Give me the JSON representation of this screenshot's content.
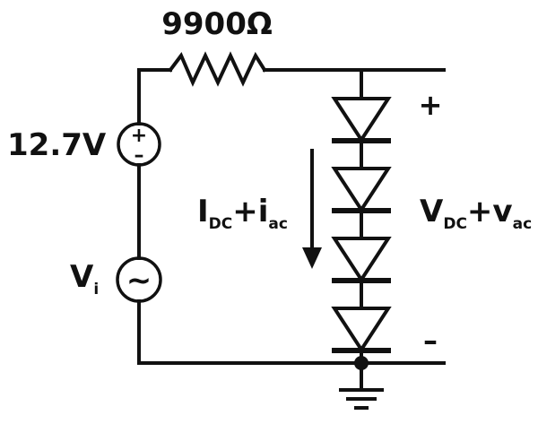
{
  "labels": {
    "resistor_value": "9900Ω",
    "dc_source_value": "12.7V",
    "ac_source_main": "V",
    "ac_source_sub": "i",
    "current_dc_main": "I",
    "current_dc_sub": "DC",
    "current_plus": "+",
    "current_ac_main": "i",
    "current_ac_sub": "ac",
    "voltage_dc_main": "V",
    "voltage_dc_sub": "DC",
    "voltage_plus": "+",
    "voltage_ac_main": "v",
    "voltage_ac_sub": "ac",
    "terminal_plus": "+",
    "terminal_minus": "–",
    "dc_source_plus": "+",
    "dc_source_minus": "–",
    "ac_source_symbol": "~"
  },
  "colors": {
    "ink": "#111111",
    "background": "#ffffff"
  }
}
